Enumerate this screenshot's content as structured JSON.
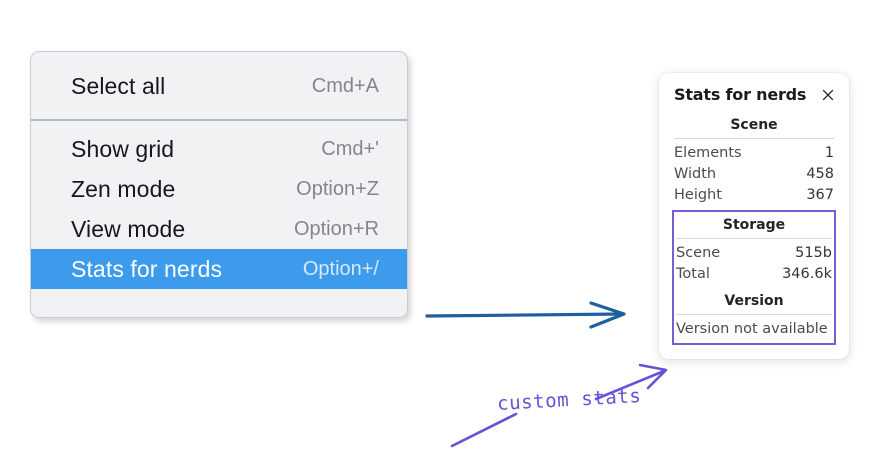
{
  "colors": {
    "menu_bg": "#f1f2f4",
    "menu_border": "#c7ccd4",
    "selection_blue": "#3c9bec",
    "shortcut_gray": "#83878d",
    "annotation_purple": "#6a50d8",
    "highlight_purple": "#7a5cd6",
    "arrow_blue": "#1f5f9e",
    "panel_bg": "#ffffff"
  },
  "context_menu": {
    "groups": [
      {
        "items": [
          {
            "label": "Select all",
            "shortcut": "Cmd+A",
            "selected": false
          }
        ]
      },
      {
        "items": [
          {
            "label": "Show grid",
            "shortcut": "Cmd+'",
            "selected": false
          },
          {
            "label": "Zen mode",
            "shortcut": "Option+Z",
            "selected": false
          },
          {
            "label": "View mode",
            "shortcut": "Option+R",
            "selected": false
          },
          {
            "label": "Stats for nerds",
            "shortcut": "Option+/",
            "selected": true
          }
        ]
      }
    ]
  },
  "stats_panel": {
    "title": "Stats for nerds",
    "close_icon": "close-icon",
    "sections": [
      {
        "name": "Scene",
        "title": "Scene",
        "rows": [
          {
            "key": "Elements",
            "value": "1"
          },
          {
            "key": "Width",
            "value": "458"
          },
          {
            "key": "Height",
            "value": "367"
          }
        ]
      },
      {
        "name": "Storage",
        "title": "Storage",
        "rows": [
          {
            "key": "Scene",
            "value": "515b"
          },
          {
            "key": "Total",
            "value": "346.6k"
          }
        ]
      },
      {
        "name": "Version",
        "title": "Version",
        "text": "Version not available"
      }
    ]
  },
  "annotations": {
    "handwritten_label": "custom stats",
    "blue_arrow": "arrow-right-icon",
    "purple_arrow": "arrow-pointer-icon"
  }
}
